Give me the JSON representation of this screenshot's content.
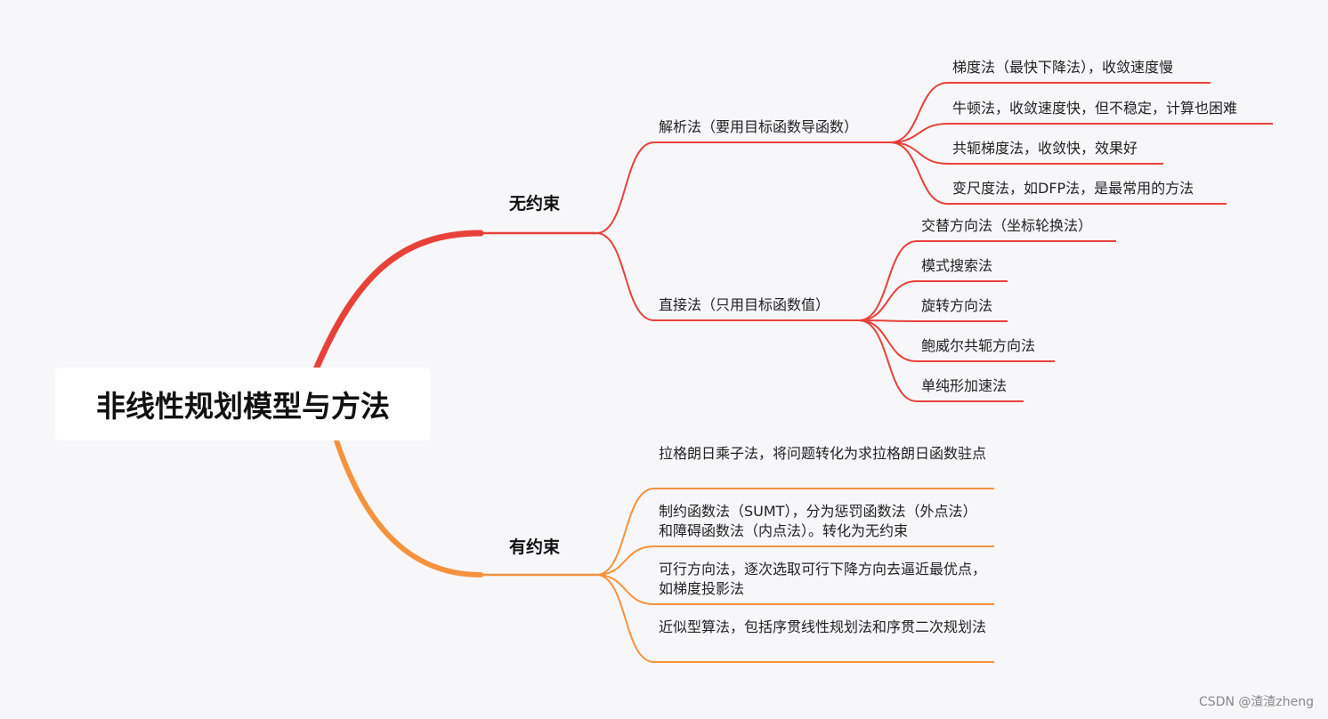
{
  "root": {
    "title": "非线性规划模型与方法"
  },
  "unconstrained": {
    "label": "无约束",
    "color": "#e8413a",
    "analytic": {
      "label": "解析法（要用目标函数导函数）",
      "items": [
        "梯度法（最快下降法），收敛速度慢",
        "牛顿法，收敛速度快，但不稳定，计算也困难",
        "共轭梯度法，收敛快，效果好",
        "变尺度法，如DFP法，是最常用的方法"
      ]
    },
    "direct": {
      "label": "直接法（只用目标函数值）",
      "items": [
        "交替方向法（坐标轮换法）",
        "模式搜索法",
        "旋转方向法",
        "鲍威尔共轭方向法",
        "单纯形加速法"
      ]
    }
  },
  "constrained": {
    "label": "有约束",
    "color": "#f5923e",
    "items": [
      "拉格朗日乘子法，将问题转化为求拉格朗日函数驻点",
      "制约函数法（SUMT），分为惩罚函数法（外点法）和障碍函数法（内点法）。转化为无约束",
      "可行方向法，逐次选取可行下降方向去逼近最优点，如梯度投影法",
      "近似型算法，包括序贯线性规划法和序贯二次规划法"
    ]
  },
  "watermark": "CSDN @渣渣zheng"
}
